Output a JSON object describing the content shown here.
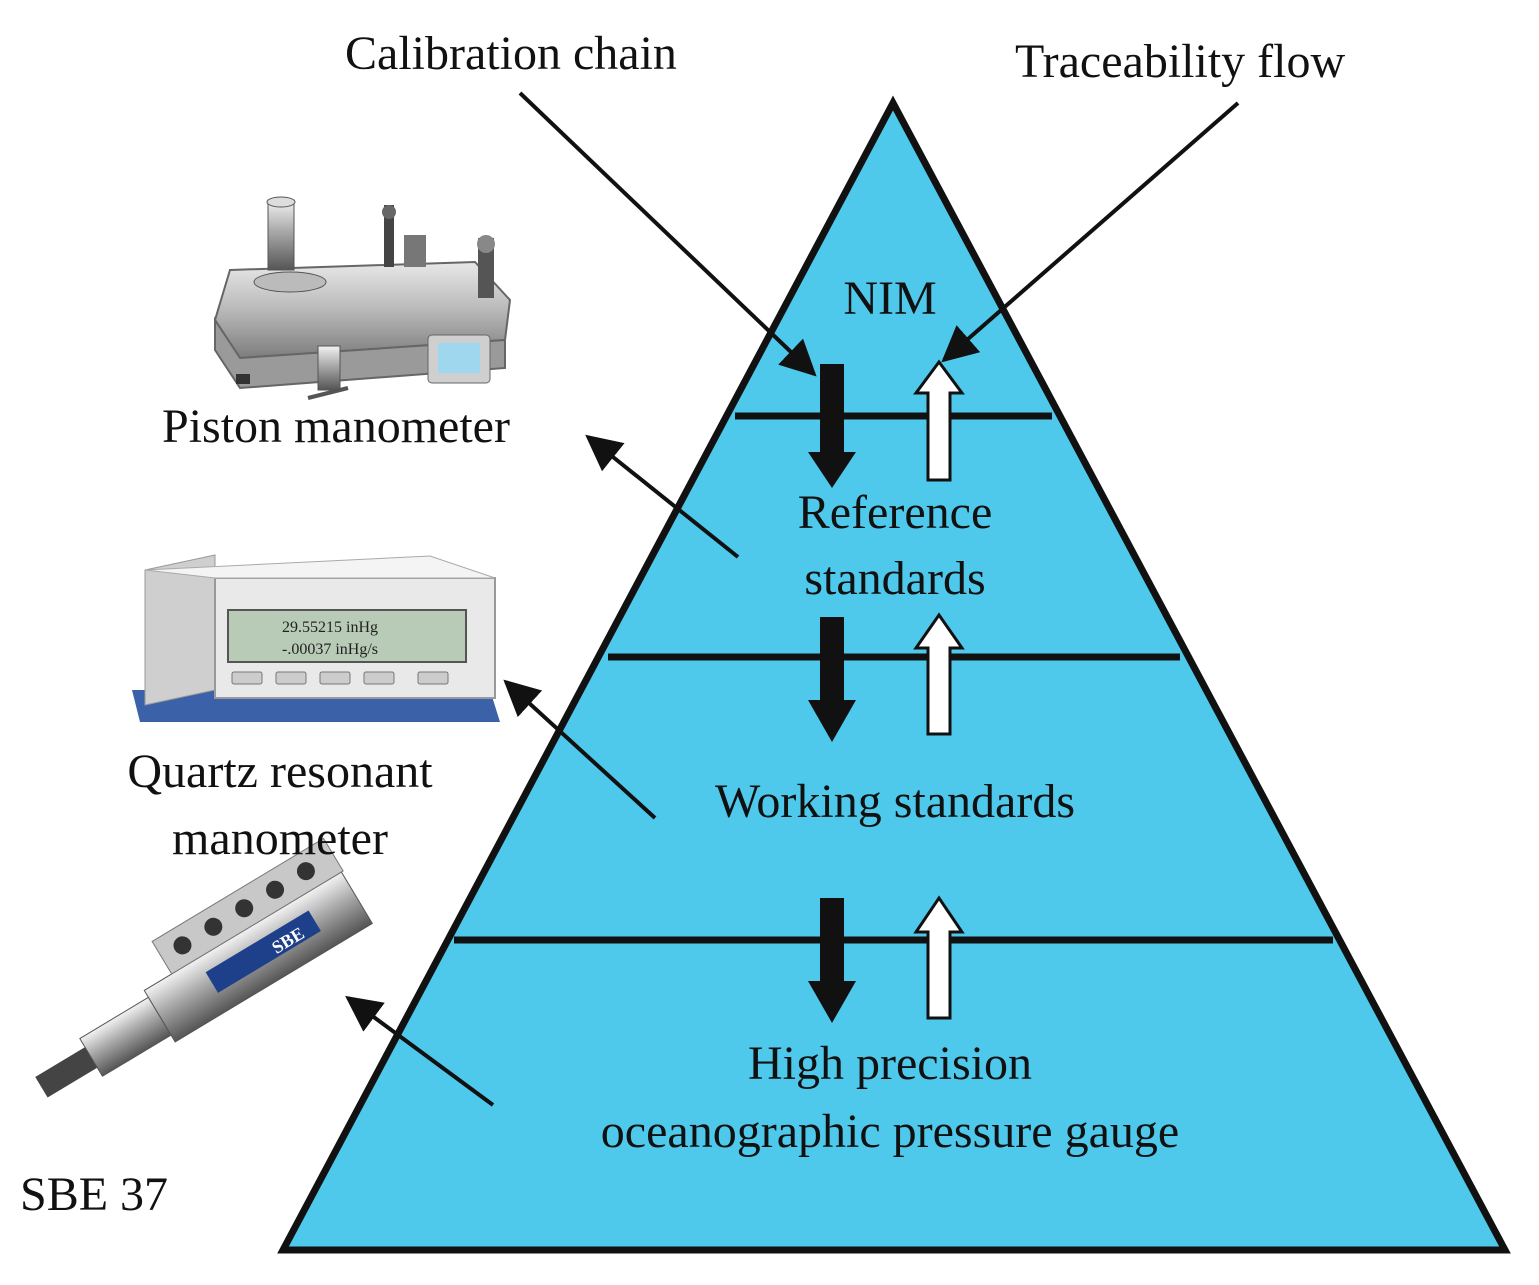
{
  "header": {
    "calibration_chain": "Calibration chain",
    "traceability_flow": "Traceability flow"
  },
  "pyramid": {
    "fill_color": "#4ec9ec",
    "levels": [
      {
        "lines": [
          "NIM"
        ]
      },
      {
        "lines": [
          "Reference",
          "standards"
        ]
      },
      {
        "lines": [
          "Working standards"
        ]
      },
      {
        "lines": [
          "High precision",
          "oceanographic pressure gauge"
        ]
      }
    ]
  },
  "instruments": {
    "piston": {
      "label": "Piston manometer",
      "icon": "piston-manometer-image"
    },
    "quartz": {
      "label_line1": "Quartz resonant",
      "label_line2": "manometer",
      "icon": "quartz-manometer-image"
    },
    "sbe": {
      "label": "SBE 37",
      "icon": "sbe37-sensor-image",
      "device_mark": "SBE"
    },
    "quartz_display": {
      "line1": "29.55215 inHg",
      "line2": "-.00037 inHg/s"
    }
  },
  "colors": {
    "arrow_dark": "#111111",
    "arrow_light": "#ffffff",
    "outline": "#111111"
  }
}
